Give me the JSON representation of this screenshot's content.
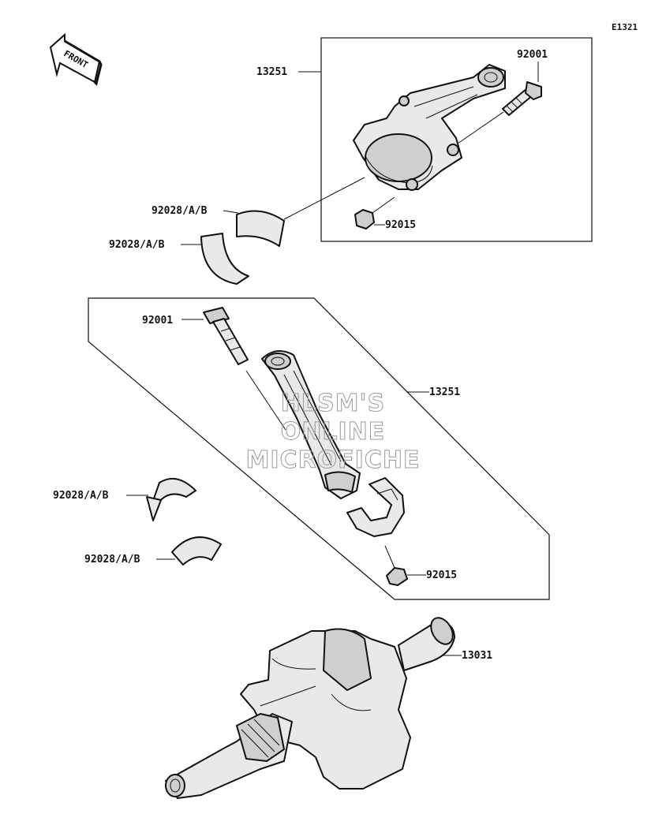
{
  "diagram_code": "E1321",
  "front_label": "FRONT",
  "watermark": [
    "HLSM'S",
    "ONLINE",
    "MICROFICHE"
  ],
  "labels": {
    "rod_assembly_upper": "13251",
    "bolt_upper": "92001",
    "nut_upper": "92015",
    "bearing_upper_1": "92028/A/B",
    "bearing_upper_2": "92028/A/B",
    "bolt_lower": "92001",
    "rod_assembly_lower": "13251",
    "bearing_lower_1": "92028/A/B",
    "bearing_lower_2": "92028/A/B",
    "nut_lower": "92015",
    "crankshaft": "13031"
  }
}
